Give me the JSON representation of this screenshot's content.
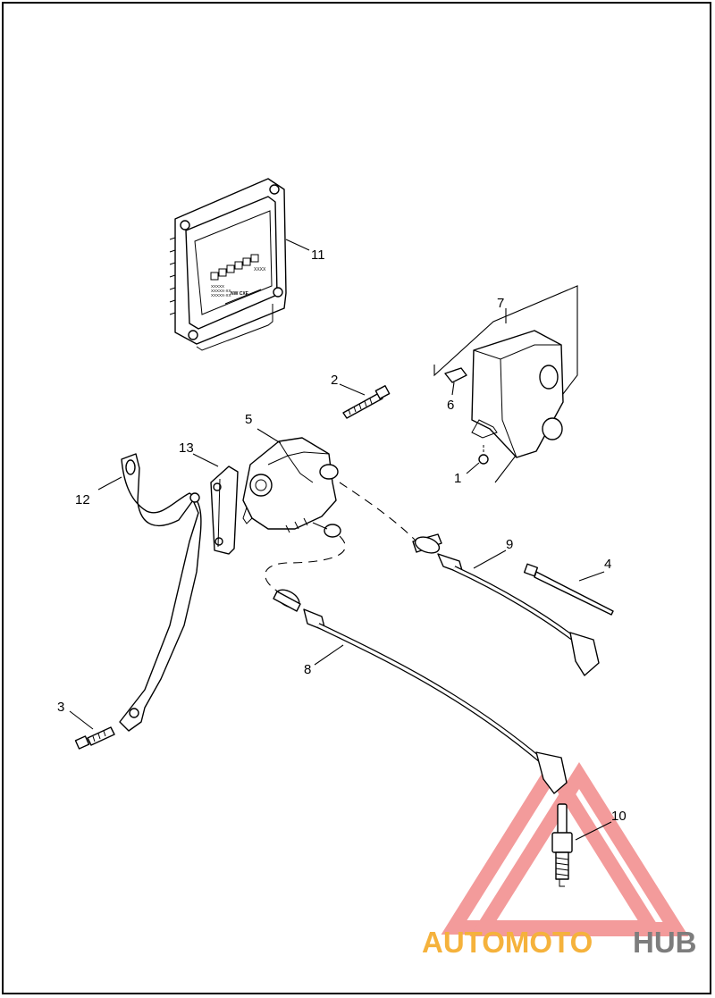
{
  "diagram": {
    "callouts": {
      "c1": "1",
      "c2": "2",
      "c3": "3",
      "c4": "4",
      "c5": "5",
      "c6": "6",
      "c7": "7",
      "c8": "8",
      "c9": "9",
      "c10": "10",
      "c11": "11",
      "c12": "12",
      "c13": "13"
    },
    "module_label": {
      "corner_text": "XXXX",
      "line1": "XXXXX",
      "line2": "XXXXX-XX",
      "line3": "XXXXX-XX",
      "model": "NW CXE"
    }
  },
  "watermark": {
    "brand_part1": "AUTOMOTO",
    "brand_part2": "HUB",
    "color_primary": "#f5b23c",
    "color_secondary": "#7d7d7d",
    "triangle_color": "#f08080"
  }
}
